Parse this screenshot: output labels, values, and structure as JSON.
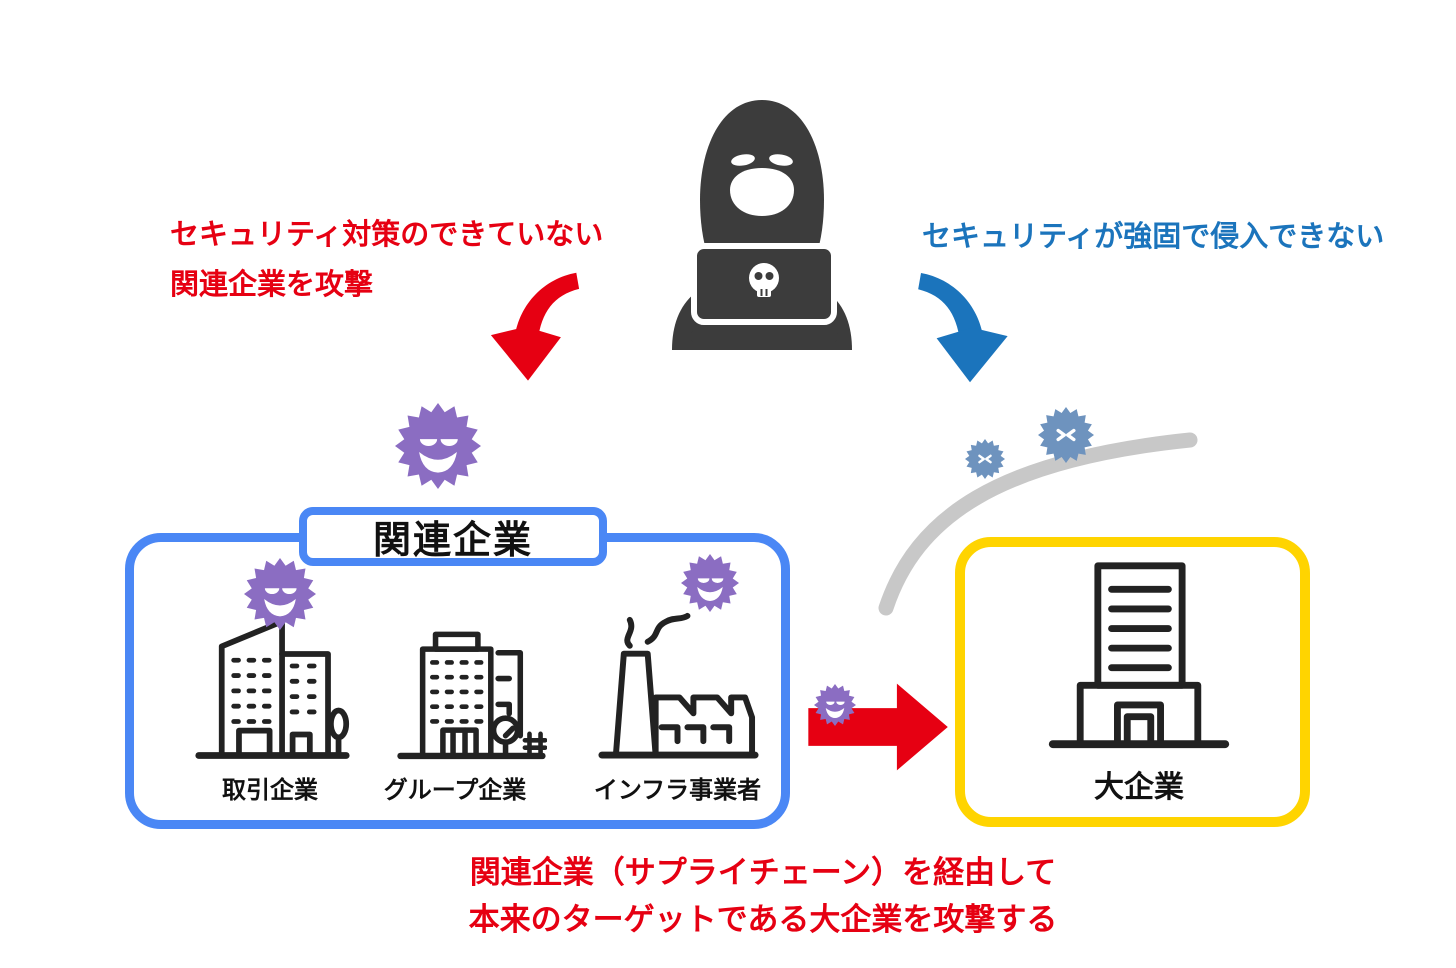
{
  "callouts": {
    "left": {
      "line1": "セキュリティ対策のできていない",
      "line2": "関連企業を攻撃",
      "color": "#e60012"
    },
    "right": {
      "text": "セキュリティが強固で侵入できない",
      "color": "#1b74bc"
    },
    "bottom": {
      "line1": "関連企業（サプライチェーン）を経由して",
      "line2": "本来のターゲットである大企業を攻撃する",
      "color": "#e60012"
    }
  },
  "attacker": {
    "icon": "hacker-with-laptop-icon",
    "color": "#3c3c3c"
  },
  "related_group": {
    "title": "関連企業",
    "border_color": "#4a87f5",
    "companies": [
      {
        "label": "取引企業",
        "icon": "office-buildings-icon"
      },
      {
        "label": "グループ企業",
        "icon": "group-company-icon"
      },
      {
        "label": "インフラ事業者",
        "icon": "factory-icon"
      }
    ]
  },
  "target_company": {
    "label": "大企業",
    "border_color": "#ffd400",
    "icon": "headquarters-building-icon"
  },
  "arrows": {
    "attack_color": "#e60012",
    "blocked_color": "#1b74bc"
  },
  "malware": {
    "active_color": "#8b6dc2",
    "blocked_color": "#6e93be"
  },
  "barrier": {
    "color": "#c8c8c8"
  }
}
